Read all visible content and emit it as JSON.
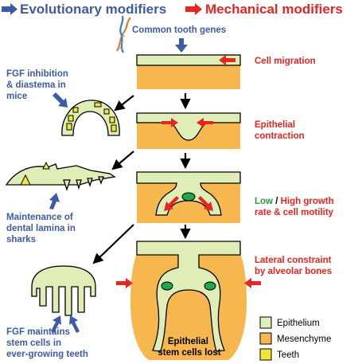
{
  "headers": {
    "evolutionary": "Evolutionary modifiers",
    "mechanical": "Mechanical modifiers"
  },
  "top": {
    "genes": "Common tooth genes"
  },
  "left_labels": {
    "fgf_inhibition": [
      "FGF inhibition",
      "& diastema in",
      "mice"
    ],
    "maintenance": [
      "Maintenance of",
      "dental lamina in",
      "sharks"
    ],
    "fgf_maintains": [
      "FGF maintains",
      "stem cells in",
      "ever-growing teeth"
    ]
  },
  "right_labels": {
    "cell_migration": "Cell migration",
    "epithelial_contraction": [
      "Epithelial",
      "contraction"
    ],
    "growth_low": "Low",
    "growth_sep": " / ",
    "growth_high": "High growth",
    "growth_line2": "rate & cell motility",
    "lateral": [
      "Lateral constraint",
      "by alveolar bones"
    ]
  },
  "bottom_text": [
    "Epithelial",
    "stem cells lost"
  ],
  "legend": [
    {
      "label": "Epithelium",
      "color": "#dfeeb6"
    },
    {
      "label": "Mesenchyme",
      "color": "#f6b74e"
    },
    {
      "label": "Teeth",
      "color": "#f3e43a"
    }
  ],
  "colors": {
    "evolutionary": "#3f5aa6",
    "mechanical": "#e8251f",
    "low": "#2f9a3a",
    "epithelium": "#dfeeb6",
    "mesenchyme": "#f6b74e",
    "teeth": "#f3e43a"
  }
}
